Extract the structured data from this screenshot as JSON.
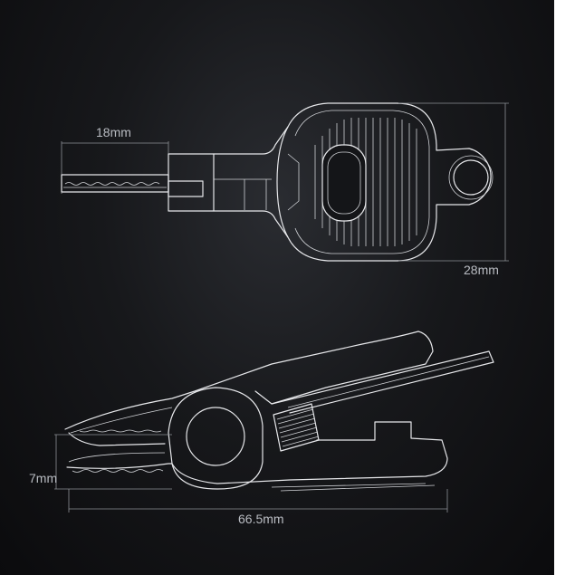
{
  "dimensions": {
    "key_width": "18mm",
    "key_height": "28mm",
    "jaw_height": "7mm",
    "clip_length": "66.5mm"
  },
  "colors": {
    "background": "#141518",
    "line": "#e6e7ea",
    "dimension_line": "#8d9096",
    "label": "#b9bcc2"
  }
}
